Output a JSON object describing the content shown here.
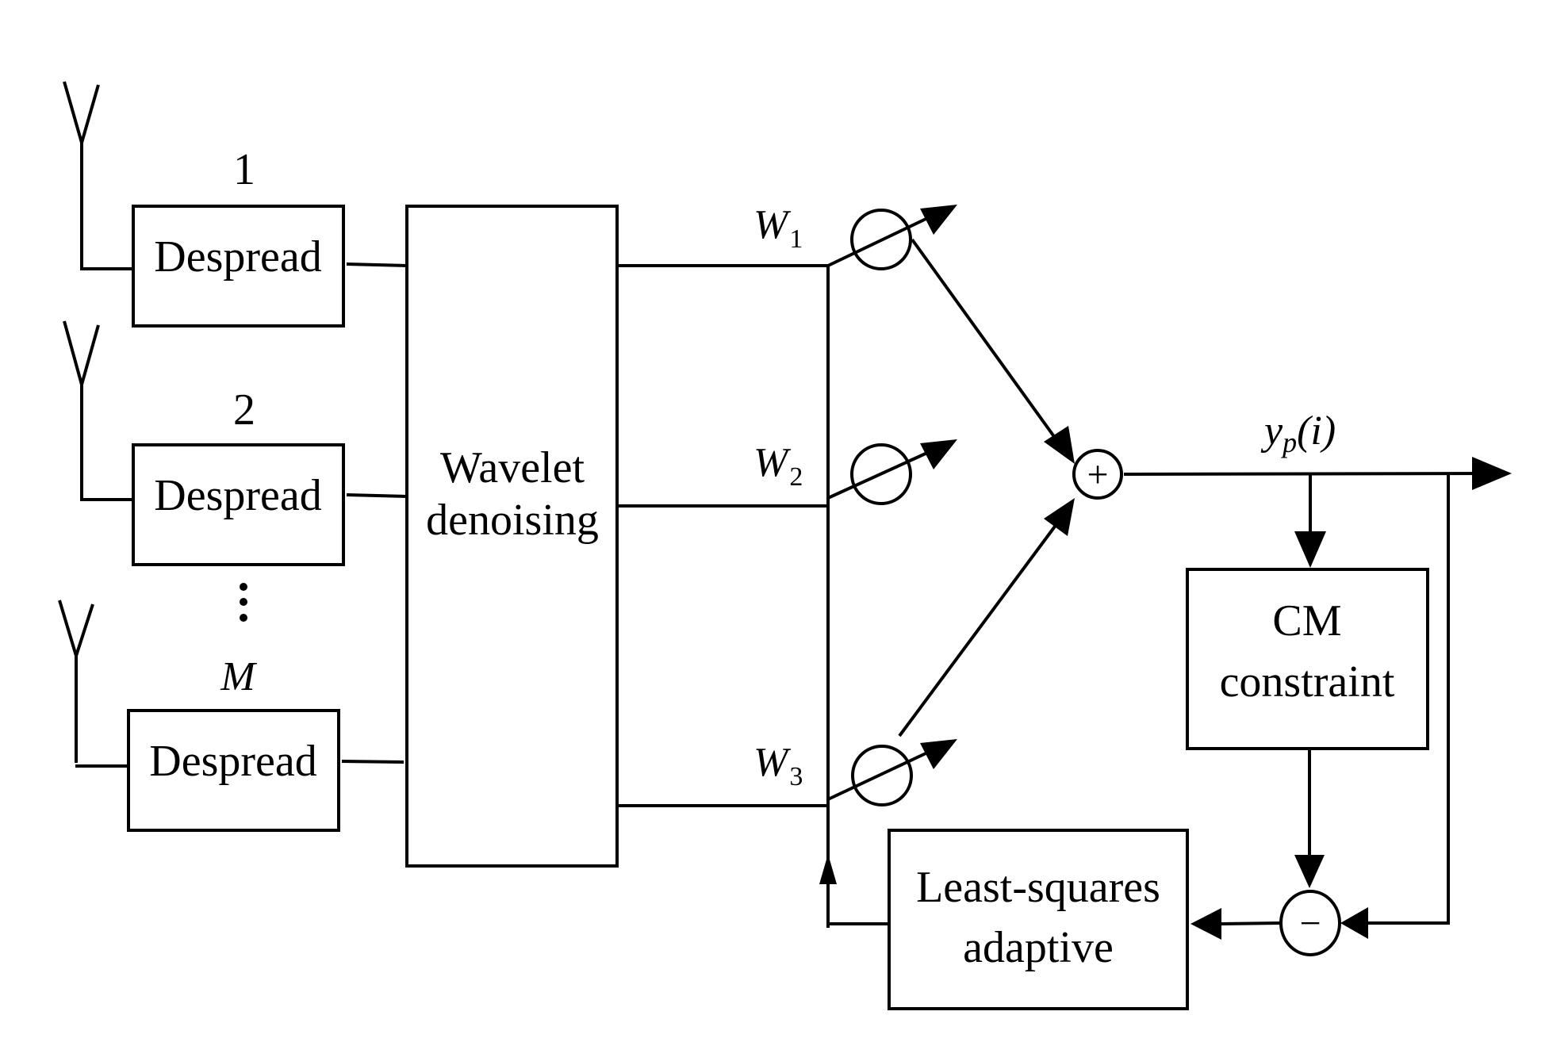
{
  "diagram": {
    "antennas": [
      {
        "index_label": "1",
        "italic": false,
        "block_label": "Despread"
      },
      {
        "index_label": "2",
        "italic": false,
        "block_label": "Despread"
      },
      {
        "index_label": "M",
        "italic": true,
        "block_label": "Despread"
      }
    ],
    "ellipsis": "⋮",
    "wavelet_block": {
      "line1": "Wavelet",
      "line2": "denoising"
    },
    "weights": [
      {
        "base": "W",
        "sub": "1"
      },
      {
        "base": "W",
        "sub": "2"
      },
      {
        "base": "W",
        "sub": "3"
      }
    ],
    "summer": {
      "symbol": "+"
    },
    "output": {
      "base": "y",
      "sub": "p",
      "arg": "(i)"
    },
    "cm_block": {
      "line1": "CM",
      "line2": "constraint"
    },
    "subtractor": {
      "symbol": "−"
    },
    "ls_block": {
      "line1": "Least-squares",
      "line2": "adaptive"
    }
  }
}
